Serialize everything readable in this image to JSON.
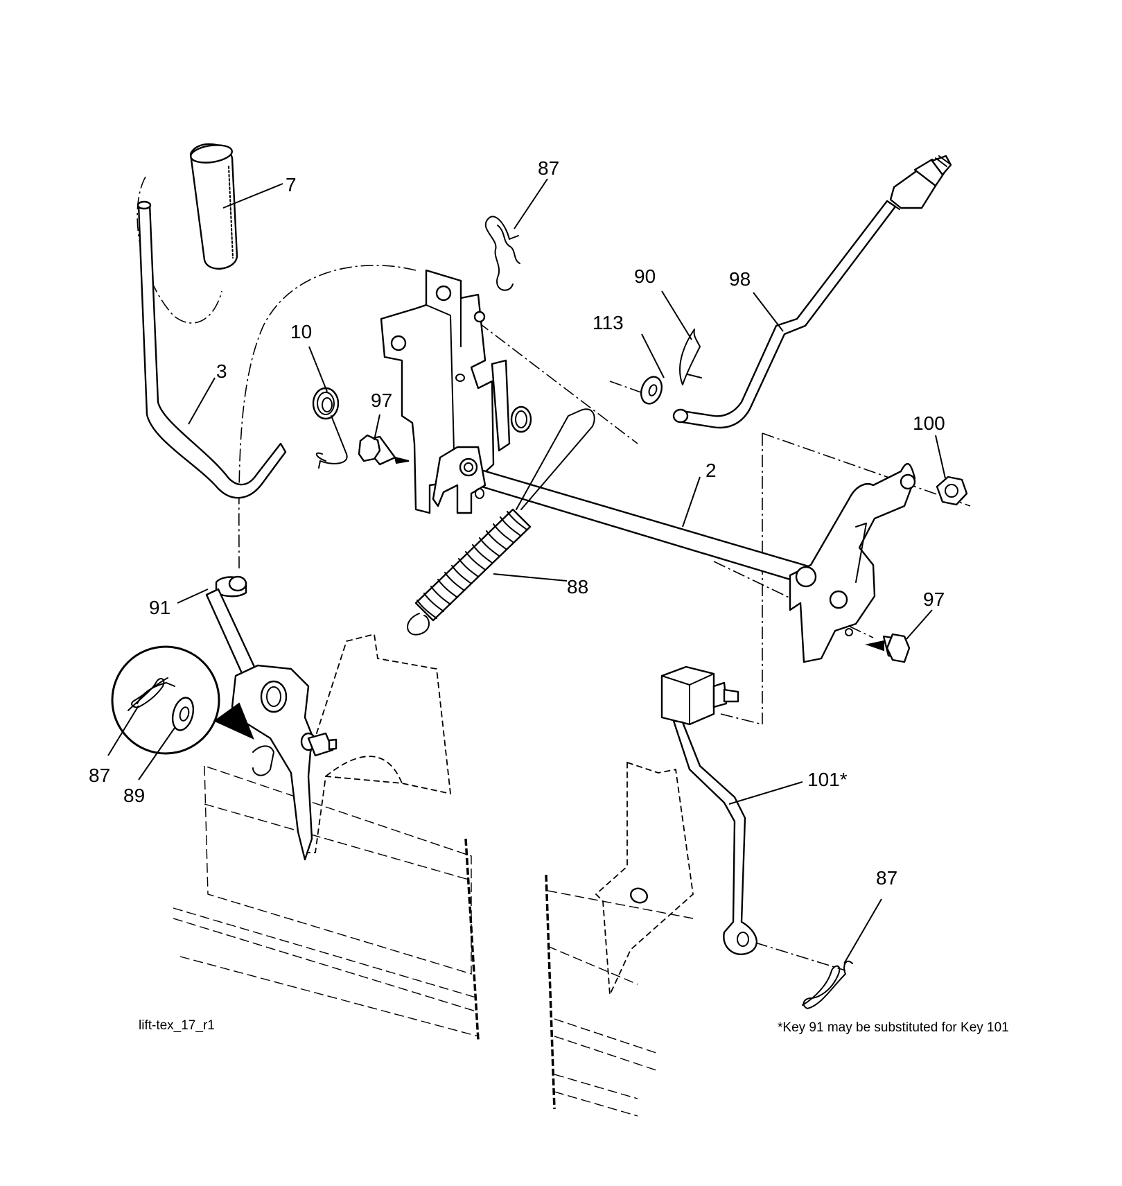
{
  "callouts": {
    "c2": "2",
    "c3": "3",
    "c7": "7",
    "c10": "10",
    "c87_top": "87",
    "c87_left": "87",
    "c87_bottom": "87",
    "c88": "88",
    "c89": "89",
    "c90": "90",
    "c91": "91",
    "c97_left": "97",
    "c97_right": "97",
    "c98": "98",
    "c100": "100",
    "c101": "101*",
    "c113": "113"
  },
  "captions": {
    "drawing_id": "lift-tex_17_r1",
    "footnote": "*Key 91 may be substituted for Key 101"
  }
}
